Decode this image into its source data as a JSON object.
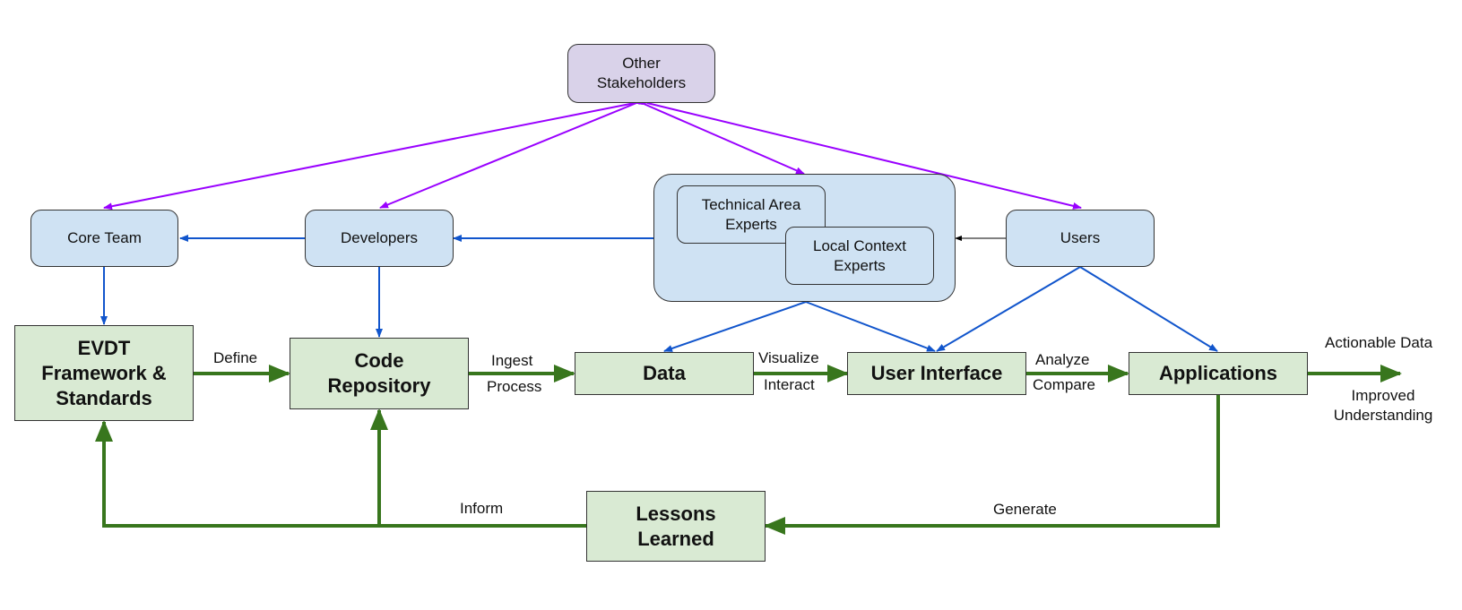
{
  "nodes": {
    "other_stakeholders": "Other\nStakeholders",
    "core_team": "Core Team",
    "developers": "Developers",
    "technical_area_experts": "Technical Area\nExperts",
    "local_context_experts": "Local Context\nExperts",
    "users": "Users",
    "evdt_framework": "EVDT\nFramework &\nStandards",
    "code_repository": "Code\nRepository",
    "data": "Data",
    "user_interface": "User Interface",
    "applications": "Applications",
    "lessons_learned": "Lessons\nLearned"
  },
  "edge_labels": {
    "define": "Define",
    "ingest": "Ingest",
    "process": "Process",
    "visualize": "Visualize",
    "interact": "Interact",
    "analyze": "Analyze",
    "compare": "Compare",
    "actionable_data": "Actionable Data",
    "improved_understanding": "Improved\nUnderstanding",
    "inform": "Inform",
    "generate": "Generate"
  },
  "colors": {
    "flow_green": "#38761d",
    "stakeholder_purple": "#9900ff",
    "team_blue": "#1155cc",
    "team_fill": "#cfe2f3",
    "stakeholder_fill": "#d9d2e9",
    "process_fill": "#d9ead3"
  }
}
